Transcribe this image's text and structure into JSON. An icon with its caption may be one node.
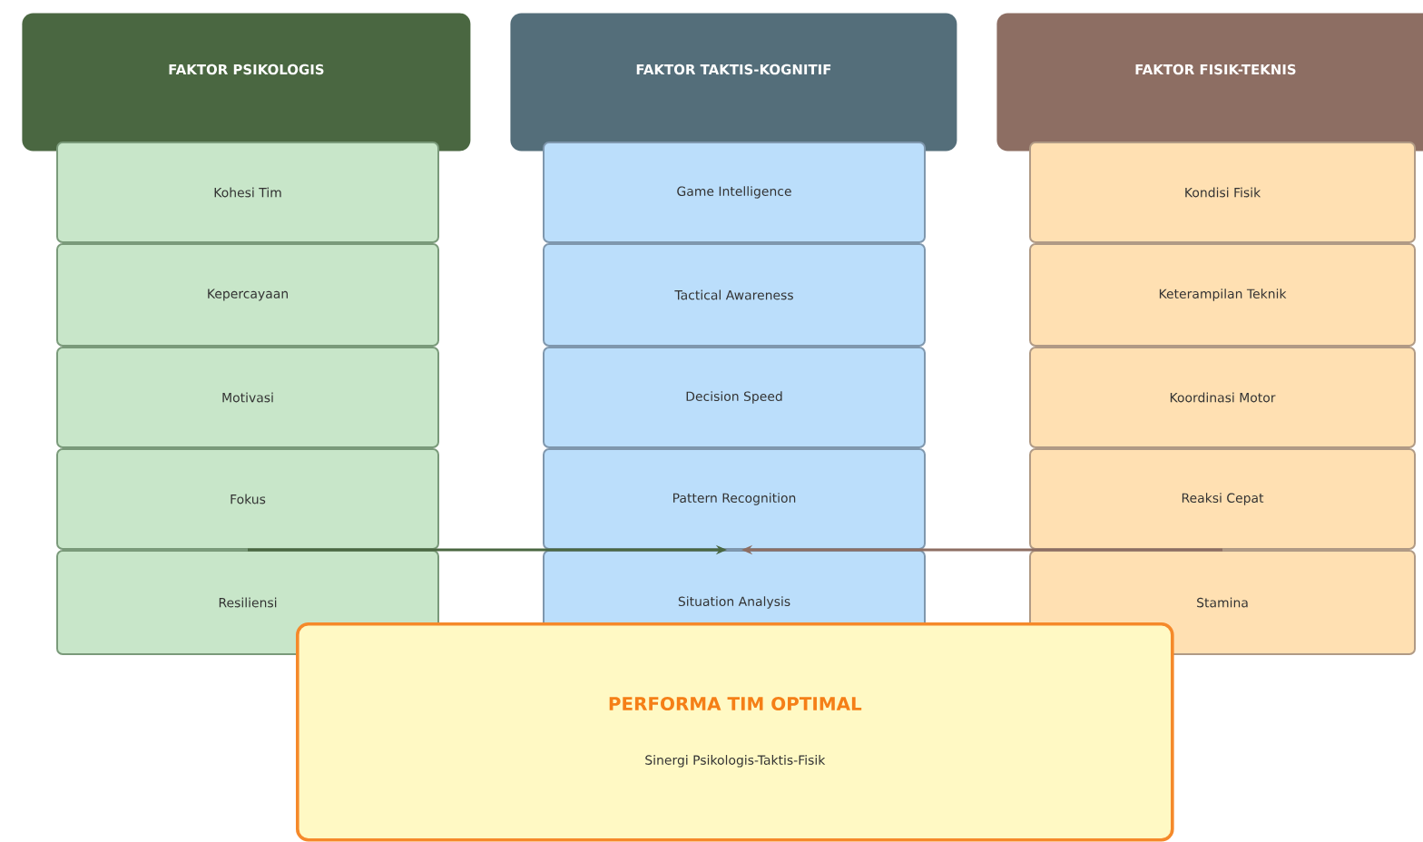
{
  "diagram": {
    "nodes": [
      {
        "text": [
          "FAKTOR PSIKOLOGIS"
        ]
      },
      {
        "text": [
          "Kohesi Tim"
        ]
      },
      {
        "text": [
          "Kepercayaan"
        ]
      },
      {
        "text": [
          "Motivasi"
        ]
      },
      {
        "text": [
          "Fokus"
        ]
      },
      {
        "text": [
          "Resiliensi"
        ]
      },
      {
        "text": [
          "FAKTOR TAKTIS-KOGNITIF"
        ]
      },
      {
        "text": [
          "Game Intelligence"
        ]
      },
      {
        "text": [
          "Tactical Awareness"
        ]
      },
      {
        "text": [
          "Decision Speed"
        ]
      },
      {
        "text": [
          "Pattern Recognition"
        ]
      },
      {
        "text": [
          "Situation Analysis"
        ]
      },
      {
        "text": [
          "FAKTOR FISIK-TEKNIS"
        ]
      },
      {
        "text": [
          "Kondisi Fisik"
        ]
      },
      {
        "text": [
          "Keterampilan Teknik"
        ]
      },
      {
        "text": [
          "Koordinasi Motor"
        ]
      },
      {
        "text": [
          "Reaksi Cepat"
        ]
      },
      {
        "text": [
          "Stamina"
        ]
      },
      {
        "text": [
          "PERFORMA TIM OPTIMAL",
          "Sinergi Psikologis-Taktis-Fisik"
        ]
      }
    ],
    "edges": [
      {
        "from": 4,
        "to": 10,
        "arrow": "to",
        "color": "#4a6741"
      },
      {
        "from": 16,
        "to": 10,
        "arrow": "to",
        "color": "#8d6e63"
      }
    ]
  }
}
